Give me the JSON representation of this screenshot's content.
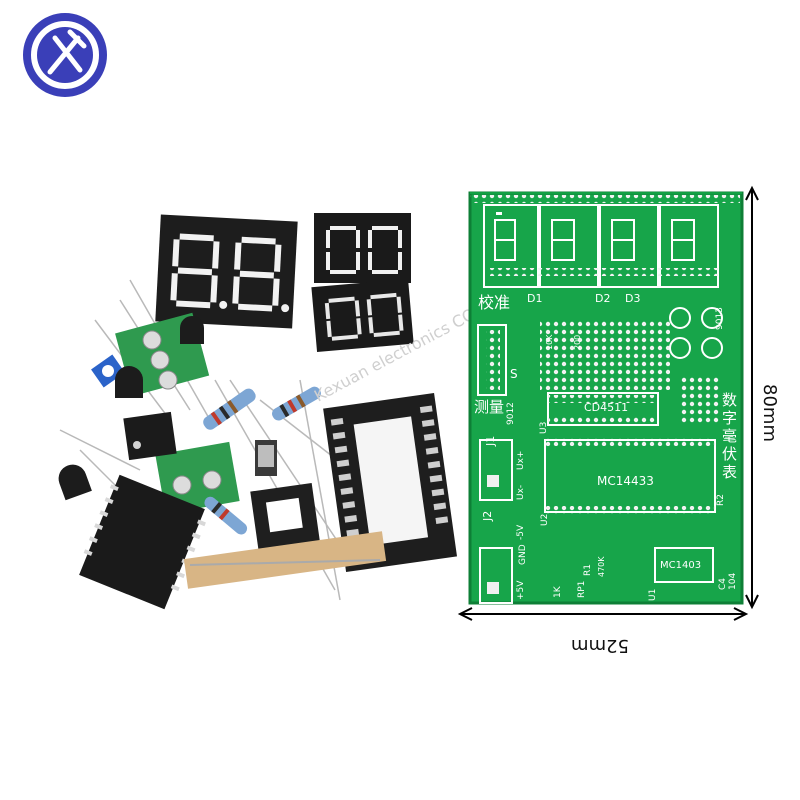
{
  "logo": {
    "shape": "circle",
    "color": "#3a3fb8",
    "icon": "fork-x-logo"
  },
  "watermark": "Kexuan electronics CO.,LTD",
  "pcb": {
    "labels": {
      "calib": "校准",
      "measure": "测量",
      "title_chars": [
        "数",
        "字",
        "毫",
        "伏",
        "表"
      ],
      "d1": "D1",
      "d2": "D2",
      "d3": "D3",
      "j1": "J1",
      "j2": "J2",
      "cd4511": "CD4511",
      "mc14433": "MC14433",
      "mc1403": "MC1403",
      "s": "S",
      "ux_plus": "Ux+",
      "ux_minus": "Ux-",
      "gnd": "GND",
      "minus5v": "-5V",
      "plus5v": "+5V",
      "u1": "U1",
      "u2": "U2",
      "u3": "U3",
      "rp1": "RP1",
      "r1": "R1",
      "r2": "R2",
      "c4": "C4",
      "c104": "104",
      "q9012": "9012",
      "q9013": "9013",
      "r1k": "1K",
      "r470k": "470K",
      "r200": "200",
      "r10k": "10K"
    }
  },
  "display_top": [
    "8.8.",
    "8.8."
  ],
  "dimensions": {
    "height": "80mm",
    "width": "52mm"
  },
  "colors": {
    "pcb": "#17a54a",
    "silk": "#ffffff",
    "display": "#161616",
    "terminal": "#3b9b54",
    "socket": "#1f1f1f"
  }
}
